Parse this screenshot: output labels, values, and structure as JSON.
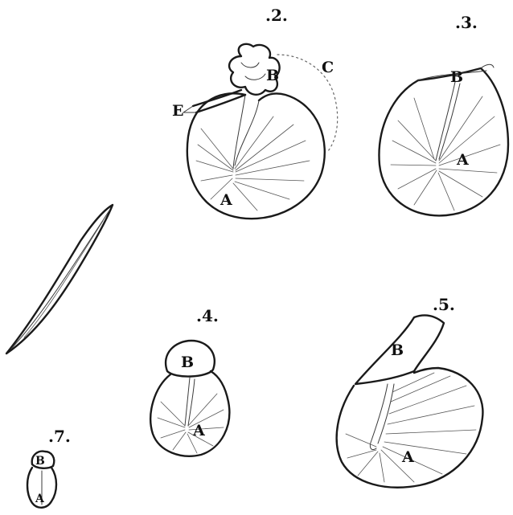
{
  "figures": [
    {
      "number": ".2.",
      "labels": {
        "A": "A",
        "B": "B",
        "C": "C",
        "E": "E"
      }
    },
    {
      "number": ".3.",
      "labels": {
        "A": "A",
        "B": "B"
      }
    },
    {
      "number": ".4.",
      "labels": {
        "A": "A",
        "B": "B"
      }
    },
    {
      "number": ".5.",
      "labels": {
        "A": "A",
        "B": "B"
      }
    },
    {
      "number": ".7.",
      "labels": {
        "A": "A",
        "B": "B"
      }
    }
  ],
  "colors": {
    "ink": "#1a1a1a",
    "paper": "#ffffff"
  }
}
